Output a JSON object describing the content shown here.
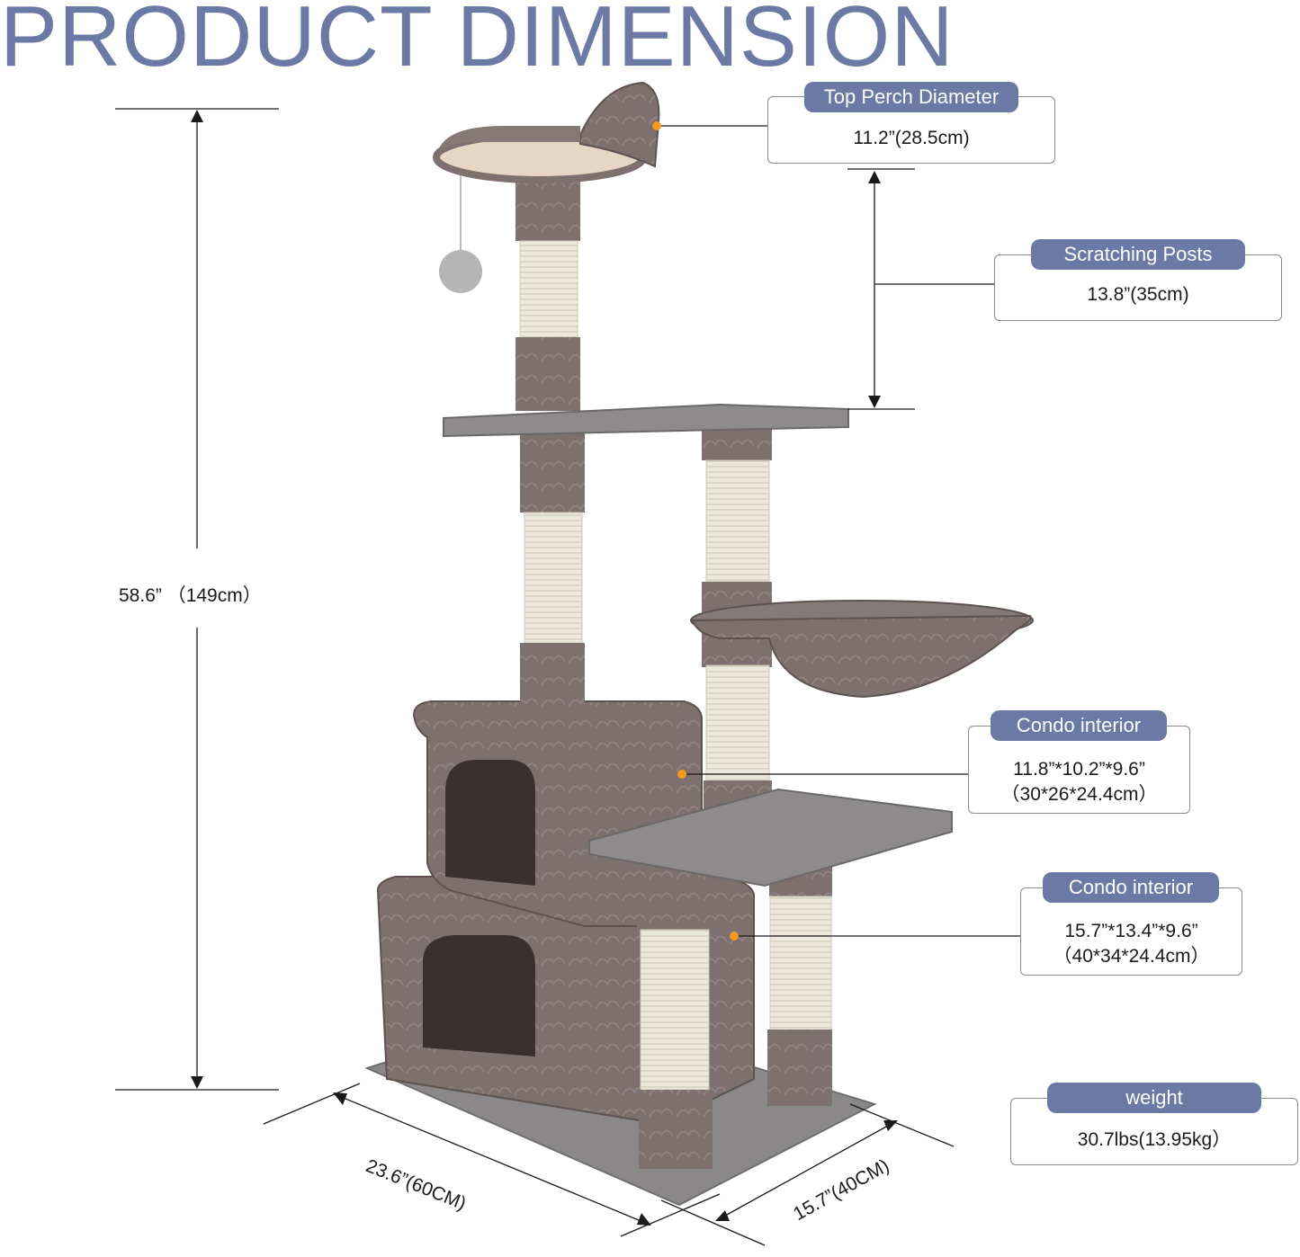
{
  "title": "PRODUCT DIMENSION",
  "colors": {
    "accent": "#6b7aa5",
    "marker": "#f39a1f",
    "plush": "#7d6f6d",
    "sisal": "#e8e4d6"
  },
  "callouts": {
    "top_perch": {
      "label": "Top Perch Diameter",
      "value": "11.2”(28.5cm)"
    },
    "scratching_posts": {
      "label": "Scratching Posts",
      "value": "13.8”(35cm)"
    },
    "condo_upper": {
      "label": "Condo interior",
      "value_line1": "11.8”*10.2”*9.6”",
      "value_line2": "（30*26*24.4cm）"
    },
    "condo_lower": {
      "label": "Condo interior",
      "value_line1": "15.7”*13.4”*9.6”",
      "value_line2": "（40*34*24.4cm）"
    },
    "weight": {
      "label": "weight",
      "value": "30.7lbs(13.95kg）"
    }
  },
  "dimensions": {
    "height": "58.6” （149cm）",
    "width": "23.6”(60CM)",
    "depth": "15.7”(40CM)"
  }
}
